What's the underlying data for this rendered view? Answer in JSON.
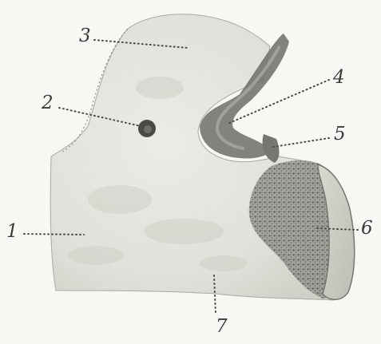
{
  "figure": {
    "labels": {
      "l1": "1",
      "l2": "2",
      "l3": "3",
      "l4": "4",
      "l5": "5",
      "l6": "6",
      "l7": "7"
    }
  },
  "colors": {
    "background": "#f7f7f4",
    "body_fill": "#e3e3dd",
    "shadow": "#8a8a84",
    "granular": "#5c5c58",
    "ink": "#3a3a3a"
  }
}
